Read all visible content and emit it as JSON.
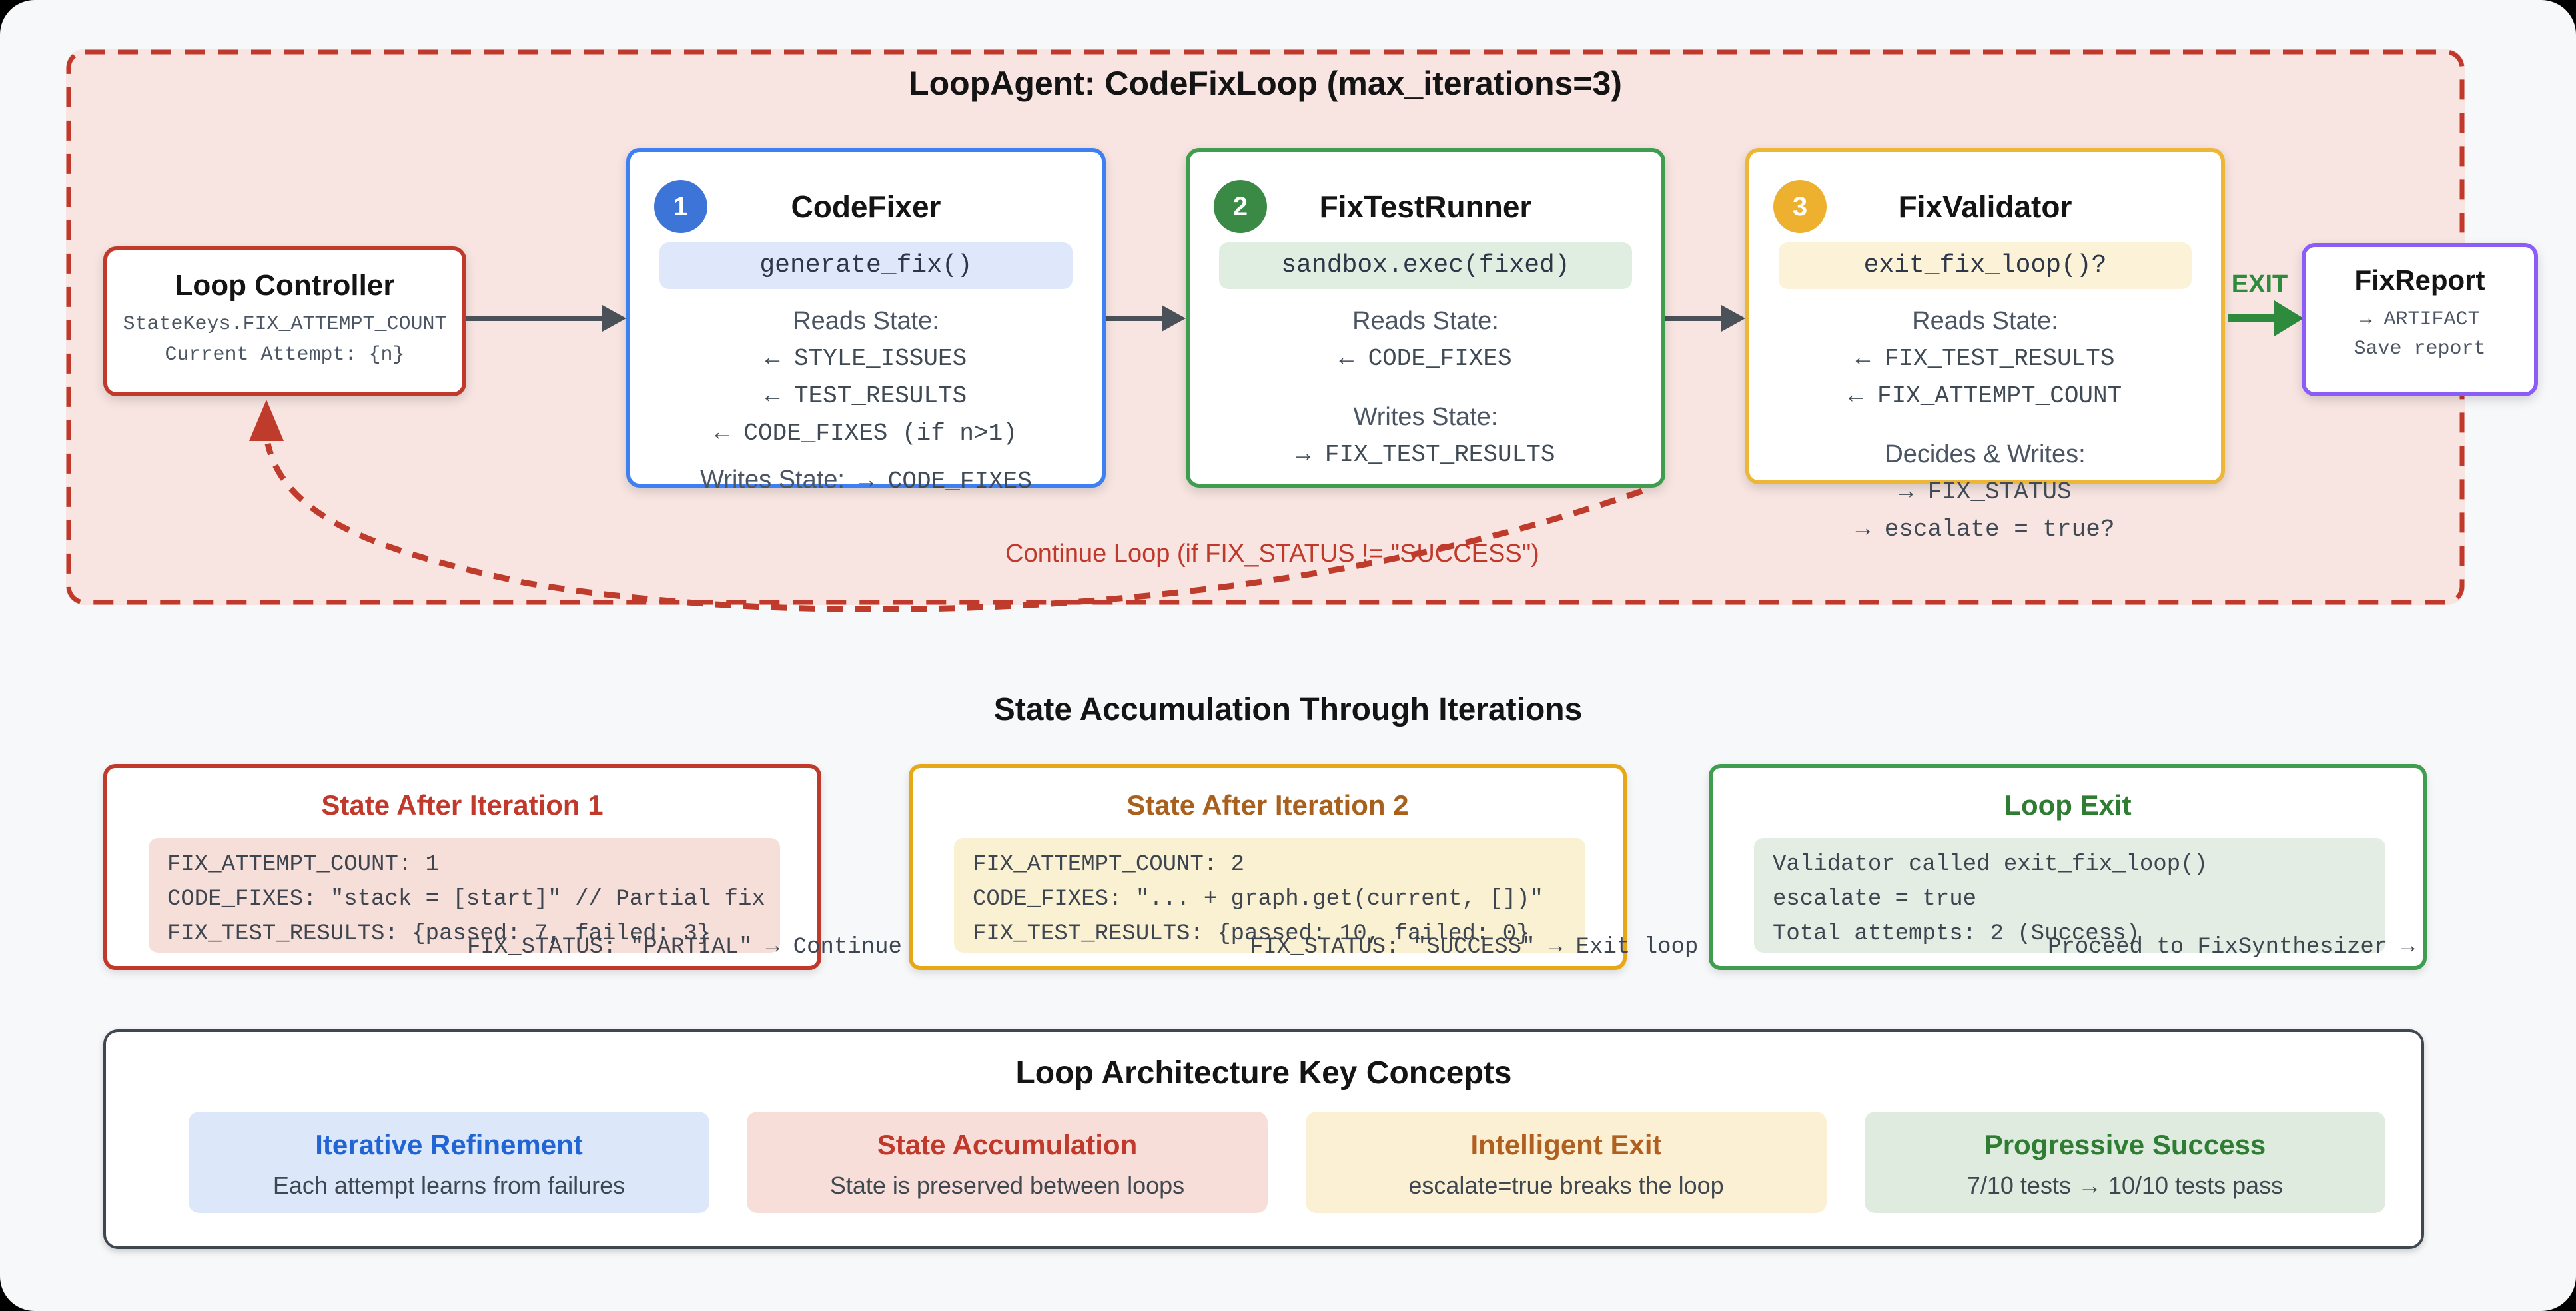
{
  "loop": {
    "title": "LoopAgent: CodeFixLoop (max_iterations=3)",
    "bg_color": "#f8e5e1",
    "border_color": "#c0392b",
    "continue_label": "Continue Loop (if FIX_STATUS != \"SUCCESS\")",
    "exit_label": "EXIT"
  },
  "controller": {
    "title": "Loop Controller",
    "accent": "#c0392b",
    "lines": [
      "StateKeys.FIX_ATTEMPT_COUNT",
      "Current Attempt: {n}"
    ]
  },
  "agents": [
    {
      "badge": "1",
      "name": "CodeFixer",
      "accent": "#3e80f2",
      "pill": "generate_fix()",
      "reads_label": "Reads State:",
      "reads_items": [
        "← STYLE_ISSUES",
        "← TEST_RESULTS",
        "← CODE_FIXES (if n>1)"
      ],
      "writes_label": "Writes State:",
      "writes_inline": "→ CODE_FIXES"
    },
    {
      "badge": "2",
      "name": "FixTestRunner",
      "accent": "#3f9d4f",
      "pill": "sandbox.exec(fixed)",
      "reads_label": "Reads State:",
      "reads_items": [
        "← CODE_FIXES"
      ],
      "writes_label": "Writes State:",
      "writes_items": [
        "→ FIX_TEST_RESULTS"
      ]
    },
    {
      "badge": "3",
      "name": "FixValidator",
      "accent": "#eeb636",
      "pill": "exit_fix_loop()?",
      "reads_label": "Reads State:",
      "reads_items": [
        "← FIX_TEST_RESULTS",
        "← FIX_ATTEMPT_COUNT"
      ],
      "writes_label": "Decides & Writes:",
      "writes_items": [
        "→ FIX_STATUS",
        "→ escalate = true?"
      ]
    }
  ],
  "report": {
    "title": "FixReport",
    "accent": "#8b5cf6",
    "lines": [
      "→ ARTIFACT",
      "Save report"
    ]
  },
  "state_section": {
    "heading": "State Accumulation Through Iterations",
    "boxes": [
      {
        "title": "State After Iteration 1",
        "accent": "#c0392b",
        "lines": [
          "FIX_ATTEMPT_COUNT: 1",
          "CODE_FIXES: \"stack = [start]\" // Partial fix",
          "FIX_TEST_RESULTS: {passed: 7, failed: 3}"
        ],
        "status": "FIX_STATUS: \"PARTIAL\" → Continue loop"
      },
      {
        "title": "State After Iteration 2",
        "accent": "#e6a817",
        "lines": [
          "FIX_ATTEMPT_COUNT: 2",
          "CODE_FIXES: \"... + graph.get(current, [])\"",
          "FIX_TEST_RESULTS: {passed: 10, failed: 0}"
        ],
        "status": "FIX_STATUS: \"SUCCESS\" → Exit loop"
      },
      {
        "title": "Loop Exit",
        "accent": "#3f9d4f",
        "lines": [
          "Validator called exit_fix_loop()",
          "escalate = true",
          "Total attempts: 2 (Success)"
        ],
        "status": "Proceed to FixSynthesizer →"
      }
    ]
  },
  "concepts": {
    "heading": "Loop Architecture Key Concepts",
    "cards": [
      {
        "title": "Iterative Refinement",
        "accent": "#2164d4",
        "subtitle": "Each attempt learns from failures"
      },
      {
        "title": "State Accumulation",
        "accent": "#c0392b",
        "subtitle": "State is preserved between loops"
      },
      {
        "title": "Intelligent Exit",
        "accent": "#b05f1e",
        "subtitle": "escalate=true breaks the loop"
      },
      {
        "title": "Progressive Success",
        "accent": "#2e7d32",
        "subtitle": "7/10 tests → 10/10 tests pass"
      }
    ]
  }
}
